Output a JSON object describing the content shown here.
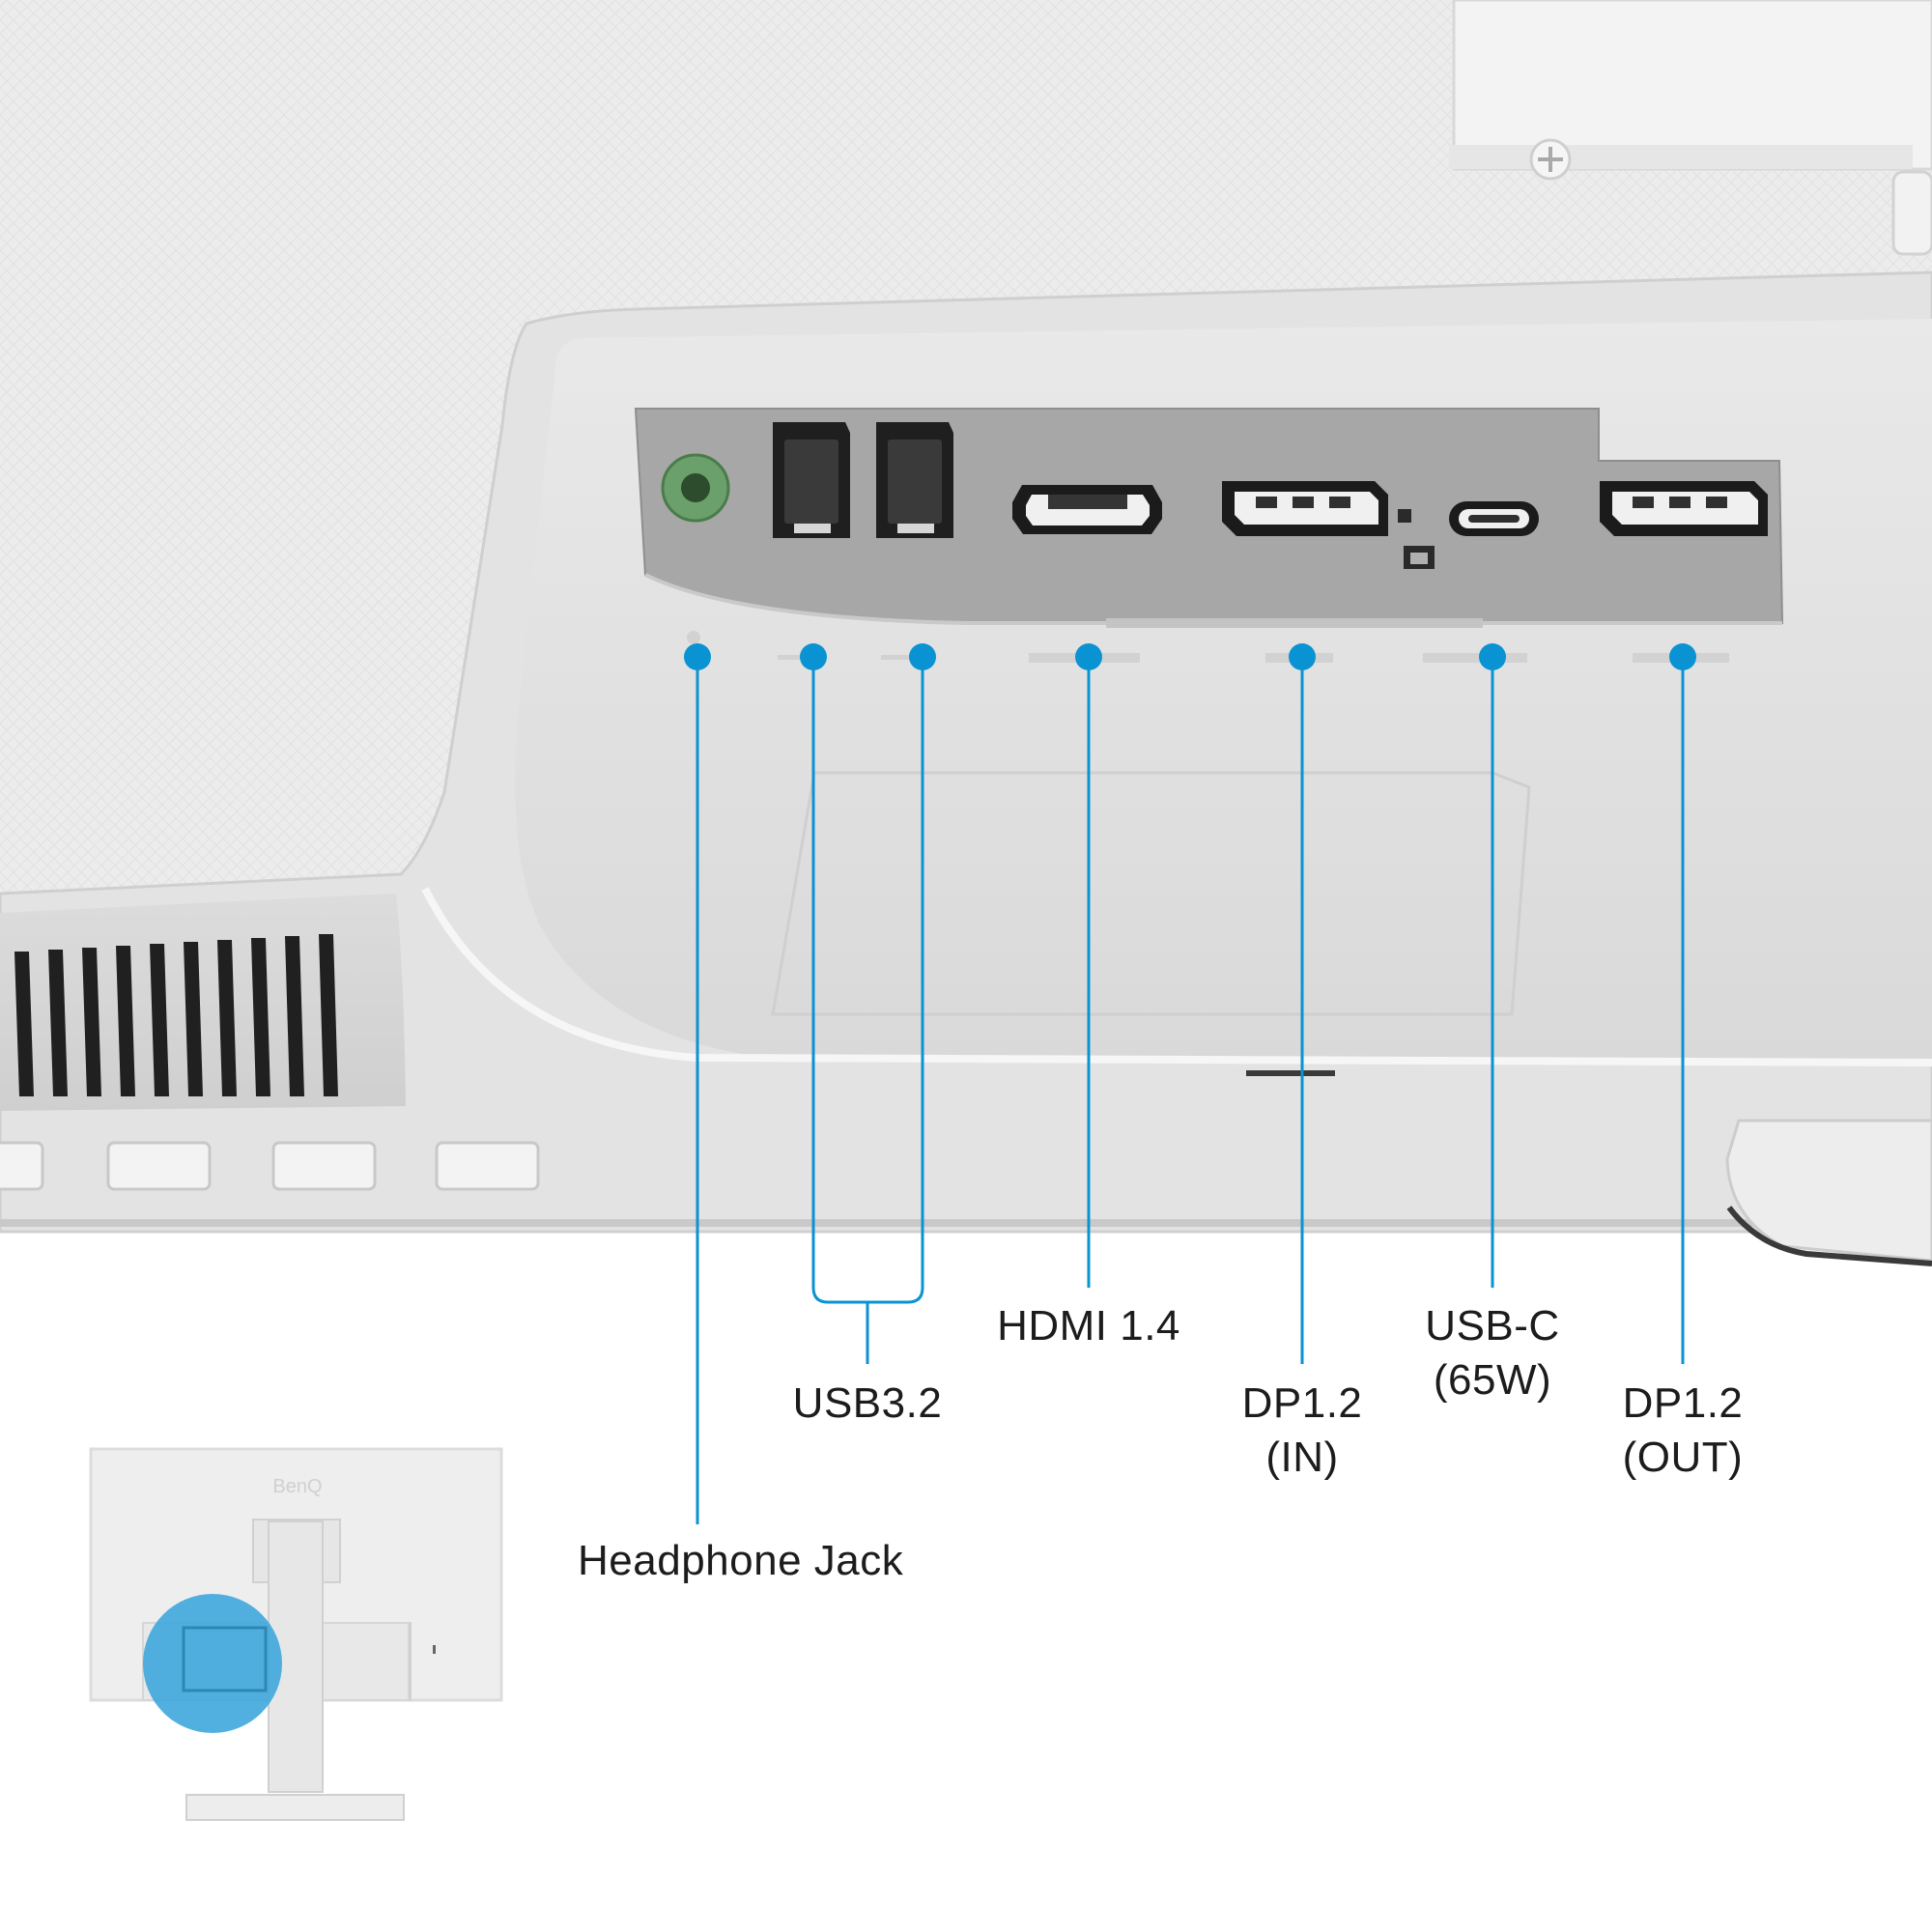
{
  "accent_color": "#0a93d3",
  "ports": [
    {
      "id": "headphone",
      "label": "Headphone Jack",
      "icon": "headphone-jack-icon"
    },
    {
      "id": "usb",
      "label": "USB3.2",
      "icon": "usb-a-port-icon"
    },
    {
      "id": "hdmi",
      "label": "HDMI 1.4",
      "icon": "hdmi-port-icon"
    },
    {
      "id": "dp_in",
      "label_line1": "DP1.2",
      "label_line2": "(IN)",
      "icon": "displayport-icon"
    },
    {
      "id": "usbc",
      "label_line1": "USB-C",
      "label_line2": "(65W)",
      "icon": "usb-c-port-icon"
    },
    {
      "id": "dp_out",
      "label_line1": "DP1.2",
      "label_line2": "(OUT)",
      "icon": "displayport-icon"
    }
  ],
  "thumbnail": {
    "brand_logo": "BenQ"
  }
}
